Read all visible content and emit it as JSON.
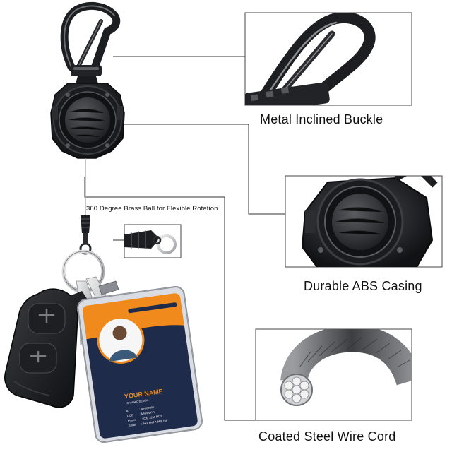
{
  "callouts": {
    "buckle": "Metal Inclined Buckle",
    "casing": "Durable ABS Casing",
    "cord": "Coated Steel Wire Cord",
    "brass_ball": "360 Degree Brass Ball for Flexible Rotation"
  },
  "id_card": {
    "name": "YOUR NAME",
    "title": "GRAPHIC DESIGN",
    "fields": [
      {
        "key": "ID",
        "value": ": Ab-000000"
      },
      {
        "key": "DOB",
        "value": ": MM/DD/YY"
      },
      {
        "key": "Phone",
        "value": ": +000 1234 5678"
      },
      {
        "key": "Email",
        "value": ": Your Mail Add@ rfd"
      }
    ]
  },
  "colors": {
    "metal_black": "#1c1d20",
    "card_navy": "#1f2b4a",
    "card_orange": "#f08a1c",
    "leader_line": "#333333",
    "frame_border": "#444444"
  }
}
